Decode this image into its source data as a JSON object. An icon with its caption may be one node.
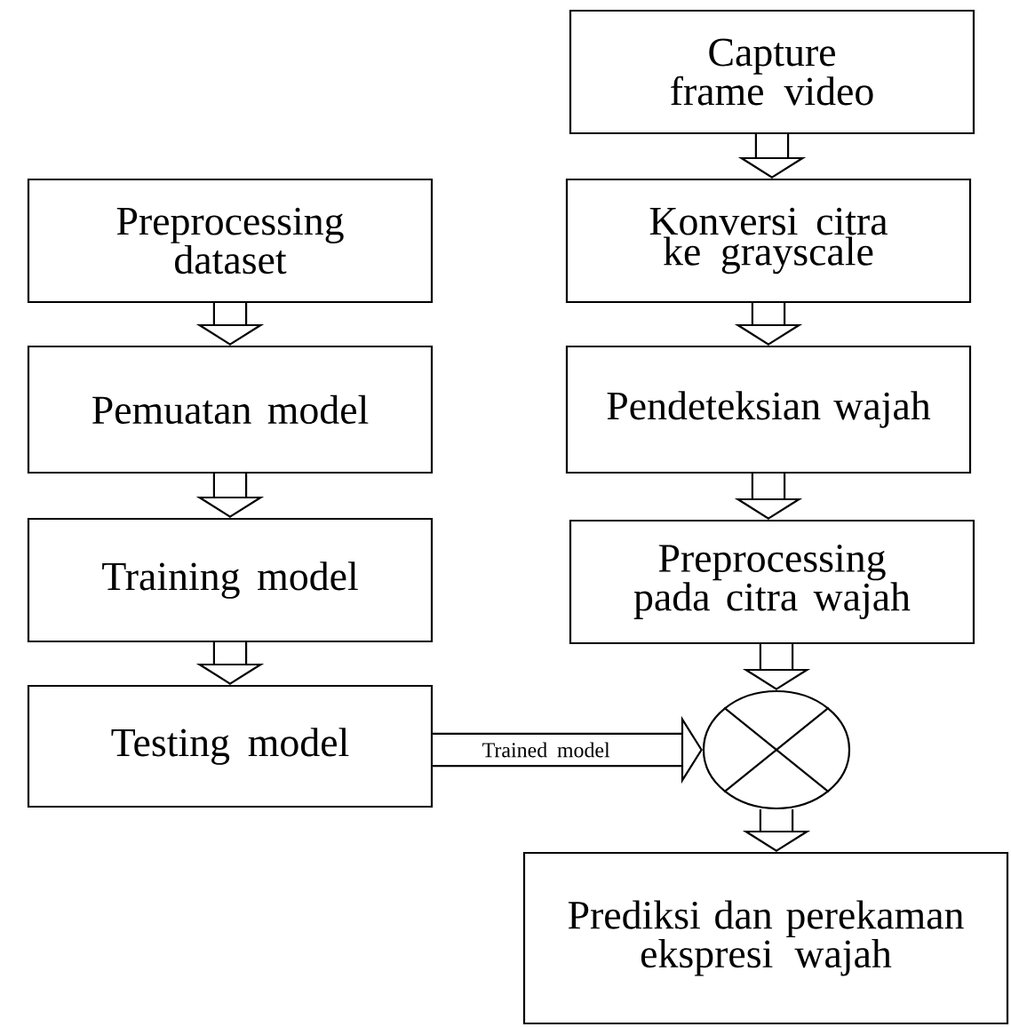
{
  "diagram": {
    "nodes": [
      {
        "text": [
          "Preprocessing dataset"
        ]
      },
      {
        "text": [
          "Pemuatan model"
        ]
      },
      {
        "text": [
          "Training model"
        ]
      },
      {
        "text": [
          "Testing model"
        ]
      },
      {
        "text": [
          "Capture frame video"
        ]
      },
      {
        "text": [
          "Konversi citra ke grayscale"
        ]
      },
      {
        "text": [
          "Pendeteksian wajah"
        ]
      },
      {
        "text": [
          "Preprocessing pada citra wajah"
        ]
      },
      {
        "text": [],
        "shape": "circle"
      },
      {
        "text": [
          "Prediksi dan perekaman ekspresi wajah"
        ]
      }
    ],
    "edges": [
      {
        "from": 0,
        "to": 1,
        "arrow": "to"
      },
      {
        "from": 1,
        "to": 2,
        "arrow": "to"
      },
      {
        "from": 2,
        "to": 3,
        "arrow": "to"
      },
      {
        "from": 3,
        "to": 8,
        "arrow": "to",
        "label": "Trained model"
      },
      {
        "from": 4,
        "to": 5,
        "arrow": "to"
      },
      {
        "from": 5,
        "to": 6,
        "arrow": "to"
      },
      {
        "from": 6,
        "to": 7,
        "arrow": "to"
      },
      {
        "from": 7,
        "to": 8,
        "arrow": "to"
      },
      {
        "from": 8,
        "to": 9,
        "arrow": "to"
      }
    ]
  }
}
